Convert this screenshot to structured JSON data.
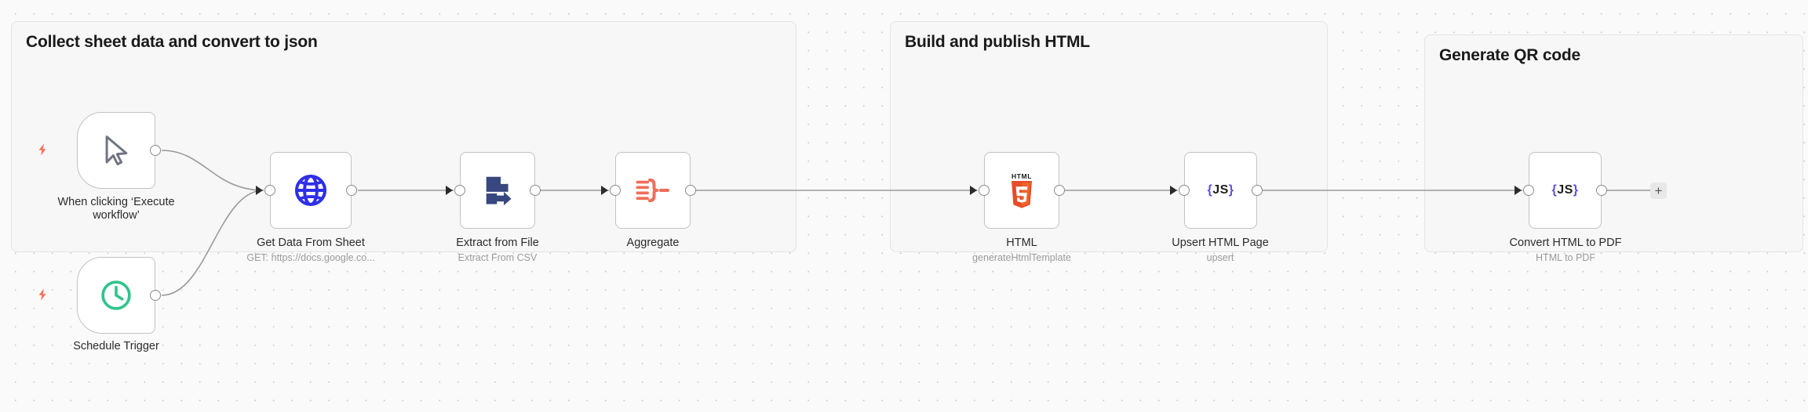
{
  "canvas": {
    "background_color": "#fafafa",
    "grid_dot_color": "#d0d0d0"
  },
  "groups": [
    {
      "id": "group-collect",
      "title": "Collect sheet data and convert to json"
    },
    {
      "id": "group-build",
      "title": "Build and publish HTML"
    },
    {
      "id": "group-qr",
      "title": "Generate QR code"
    }
  ],
  "nodes": [
    {
      "id": "node-when-clicking-execute-workflow",
      "label": "When clicking ‘Execute\nworkflow’",
      "sublabel": "",
      "icon": "mouse-pointer-icon",
      "is_trigger": true,
      "icon_color": "#6f7380"
    },
    {
      "id": "node-schedule-trigger",
      "label": "Schedule Trigger",
      "sublabel": "",
      "icon": "clock-icon",
      "is_trigger": true,
      "icon_color": "#31c48d"
    },
    {
      "id": "node-get-data-from-sheet",
      "label": "Get Data From Sheet",
      "sublabel": "GET: https://docs.google.co...",
      "icon": "globe-icon",
      "is_trigger": false,
      "icon_color": "#2f2fe8"
    },
    {
      "id": "node-extract-from-file",
      "label": "Extract from File",
      "sublabel": "Extract From CSV",
      "icon": "file-export-icon",
      "is_trigger": false,
      "icon_color": "#37477f"
    },
    {
      "id": "node-aggregate",
      "label": "Aggregate",
      "sublabel": "",
      "icon": "aggregate-merge-icon",
      "is_trigger": false,
      "icon_color": "#f26c58"
    },
    {
      "id": "node-html",
      "label": "HTML",
      "sublabel": "generateHtmlTemplate",
      "icon": "html5-icon",
      "is_trigger": false,
      "icon_color": "#e44d26"
    },
    {
      "id": "node-upsert-html-page",
      "label": "Upsert HTML Page",
      "sublabel": "upsert",
      "icon": "javascript-code-icon",
      "is_trigger": false,
      "icon_color": "#5a4de0"
    },
    {
      "id": "node-convert-html-to-pdf",
      "label": "Convert HTML to PDF",
      "sublabel": "HTML to PDF",
      "icon": "javascript-code-icon",
      "is_trigger": false,
      "icon_color": "#5a4de0"
    }
  ],
  "icon_glyphs": {
    "javascript_code": {
      "open_brace": "{",
      "text": "JS",
      "close_brace": "}"
    },
    "html5": {
      "word": "HTML",
      "digit": "5"
    }
  },
  "add_node_button": {
    "label": "+"
  }
}
